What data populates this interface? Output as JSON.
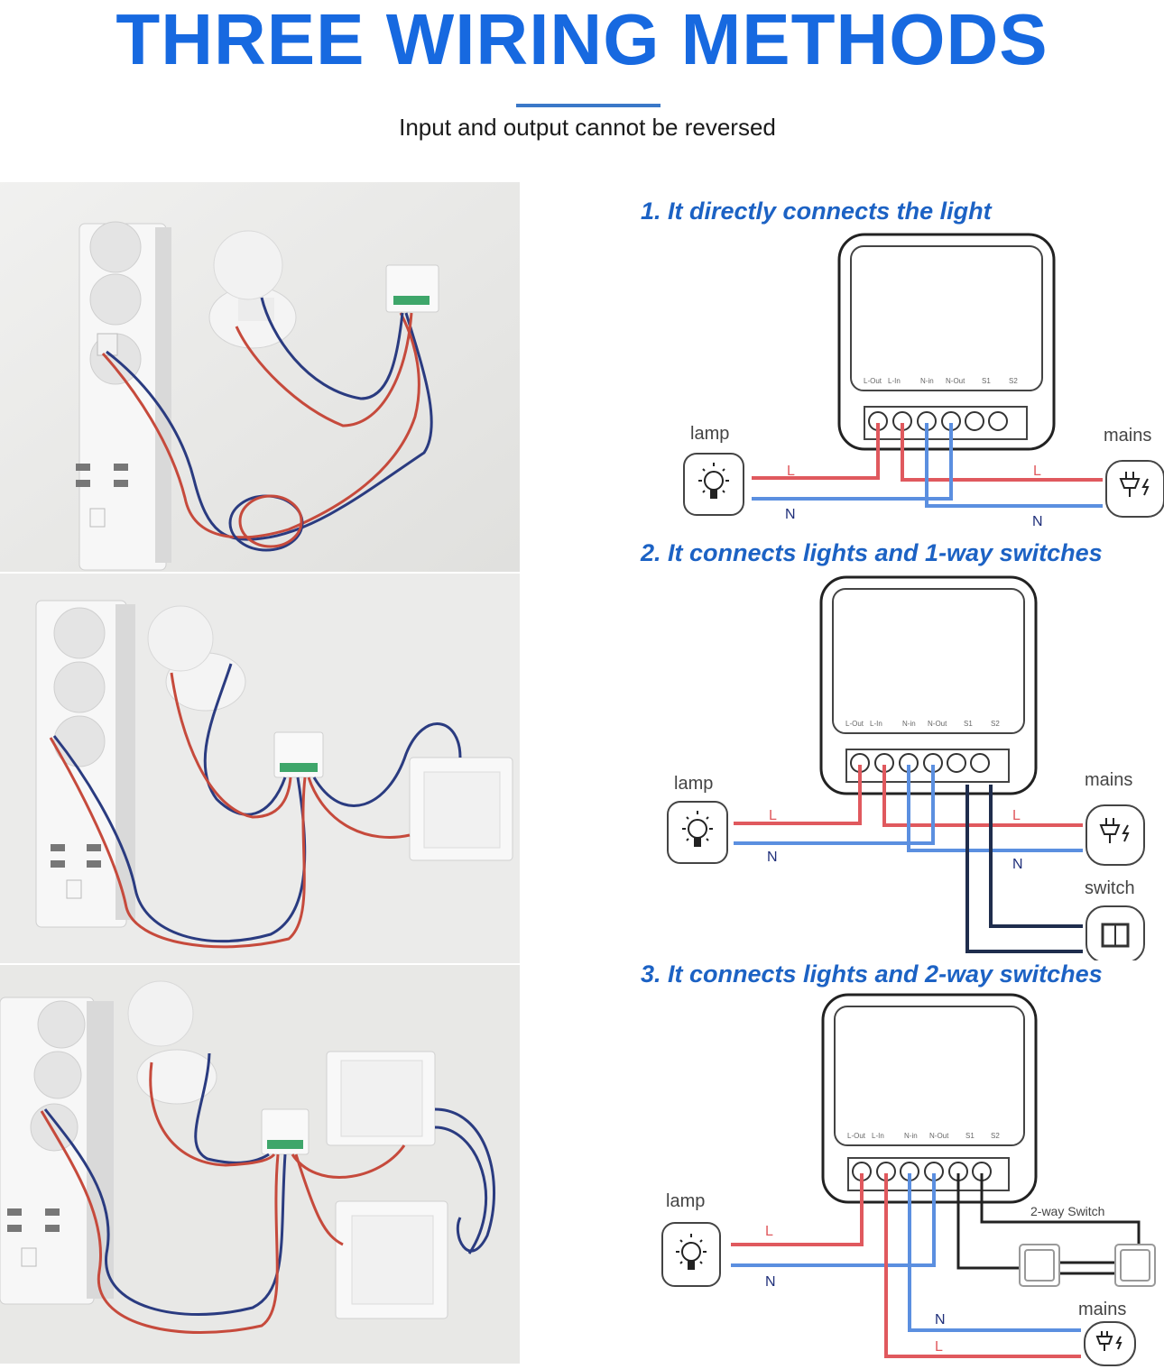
{
  "header": {
    "title": "THREE WIRING METHODS",
    "subtitle": "Input and output cannot be reversed"
  },
  "colors": {
    "title_blue": "#1769e0",
    "heading_blue": "#1c62c4",
    "live_red": "#e0595e",
    "neutral_blue": "#5b8fe0",
    "switch_dark": "#1f2d4d",
    "label_navy": "#1f2f7a"
  },
  "photos": [
    {
      "name": "direct-light-photo",
      "icon": "photo-power-strip-bulb-module"
    },
    {
      "name": "one-way-switch-photo",
      "icon": "photo-power-strip-bulb-module-switch"
    },
    {
      "name": "two-way-switch-photo",
      "icon": "photo-power-strip-bulb-module-two-switches"
    }
  ],
  "terminals": [
    "L-Out",
    "L-In",
    "N-in",
    "N-Out",
    "S1",
    "S2"
  ],
  "diagrams": [
    {
      "heading": "1. It directly connects the light",
      "lamp_label": "lamp",
      "mains_label": "mains",
      "wire_L_left": "L",
      "wire_N_left": "N",
      "wire_L_right": "L",
      "wire_N_right": "N"
    },
    {
      "heading": "2. It connects lights and 1-way switches",
      "lamp_label": "lamp",
      "mains_label": "mains",
      "switch_label": "switch",
      "wire_L_left": "L",
      "wire_N_left": "N",
      "wire_L_right": "L",
      "wire_N_right": "N"
    },
    {
      "heading": "3. It connects lights and 2-way switches",
      "lamp_label": "lamp",
      "mains_label": "mains",
      "switch_label": "2-way Switch",
      "wire_L_left": "L",
      "wire_N_left": "N",
      "wire_N_right": "N",
      "wire_L_right": "L"
    }
  ]
}
